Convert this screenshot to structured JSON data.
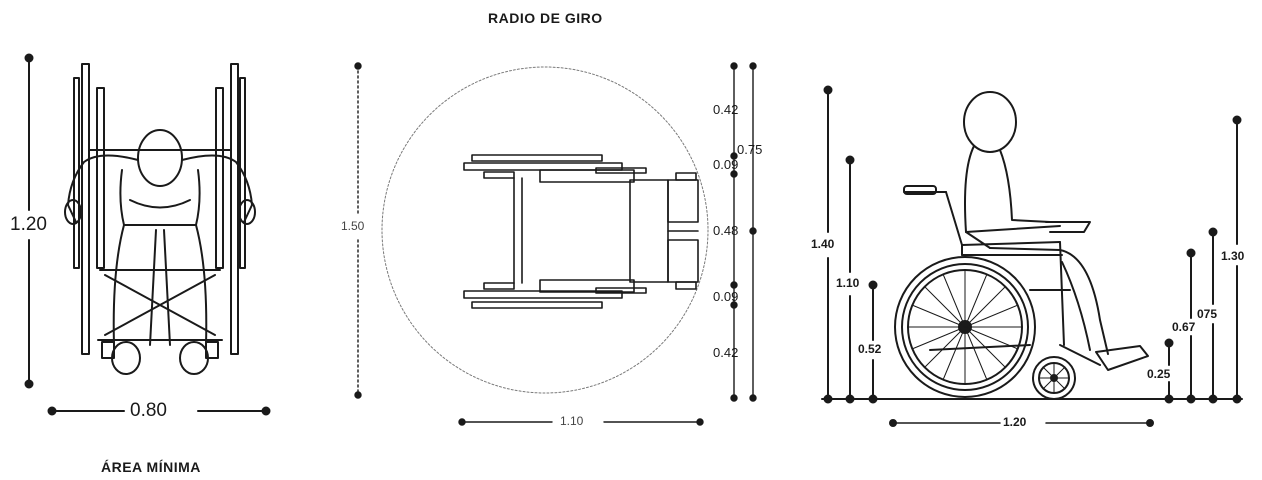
{
  "titles": {
    "turning_radius": "RADIO DE GIRO",
    "minimum_area": "ÁREA MÍNIMA"
  },
  "front_view": {
    "height": "1.20",
    "width": "0.80"
  },
  "top_view": {
    "diameter": "1.50",
    "width": "1.10",
    "seg_top": "0.42",
    "seg_upper_wheel": "0.09",
    "seg_middle": "0.48",
    "seg_lower_wheel": "0.09",
    "seg_bottom": "0.42",
    "half_span": "0.75"
  },
  "side_view": {
    "head_height": "1.40",
    "shoulder_height": "1.10",
    "seat_height": "0.52",
    "length": "1.20",
    "footrest_height": "0.25",
    "armrest_height": "0.67",
    "armrest_top": "075",
    "handle_height": "1.30"
  },
  "colors": {
    "ink": "#1a1a1a",
    "faint": "#8a8a8a"
  }
}
